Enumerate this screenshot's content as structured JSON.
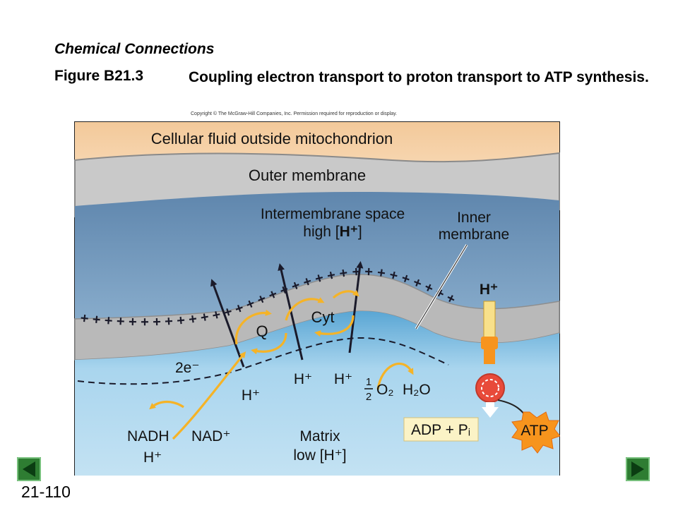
{
  "header": {
    "section": "Chemical Connections",
    "figure_number": "Figure B21.3",
    "caption": "Coupling electron transport to proton transport to ATP synthesis."
  },
  "copyright": "Copyright © The McGraw-Hill Companies, Inc. Permission required for reproduction or display.",
  "diagram": {
    "cellular_fluid": "Cellular fluid outside mitochondrion",
    "outer_membrane": "Outer membrane",
    "intermembrane_line1": "Intermembrane space",
    "intermembrane_line2_prefix": "high [",
    "intermembrane_line2_suffix": "]",
    "inner_membrane_line1": "Inner",
    "inner_membrane_line2": "membrane",
    "h_plus": "H⁺",
    "q": "Q",
    "cyt": "Cyt",
    "two_e": "2e⁻",
    "nadh": "NADH",
    "nad_plus": "NAD⁺",
    "half_o2": "O₂",
    "h2o": "H₂O",
    "matrix_line1": "Matrix",
    "matrix_line2_prefix": "low [",
    "matrix_line2_suffix": "]",
    "adp_pi": "ADP + Pᵢ",
    "atp": "ATP"
  },
  "footer": {
    "slide_number": "21-110"
  },
  "colors": {
    "cellular_fluid": "#f6d3a7",
    "intermembrane": "#7fa6c8",
    "matrix": "#a8d3ea",
    "electron_arrow": "#f5b327",
    "atp_burst": "#f7941d",
    "nav_button": "#2e7d32"
  },
  "icons": [
    "previous-slide-icon",
    "next-slide-icon"
  ]
}
